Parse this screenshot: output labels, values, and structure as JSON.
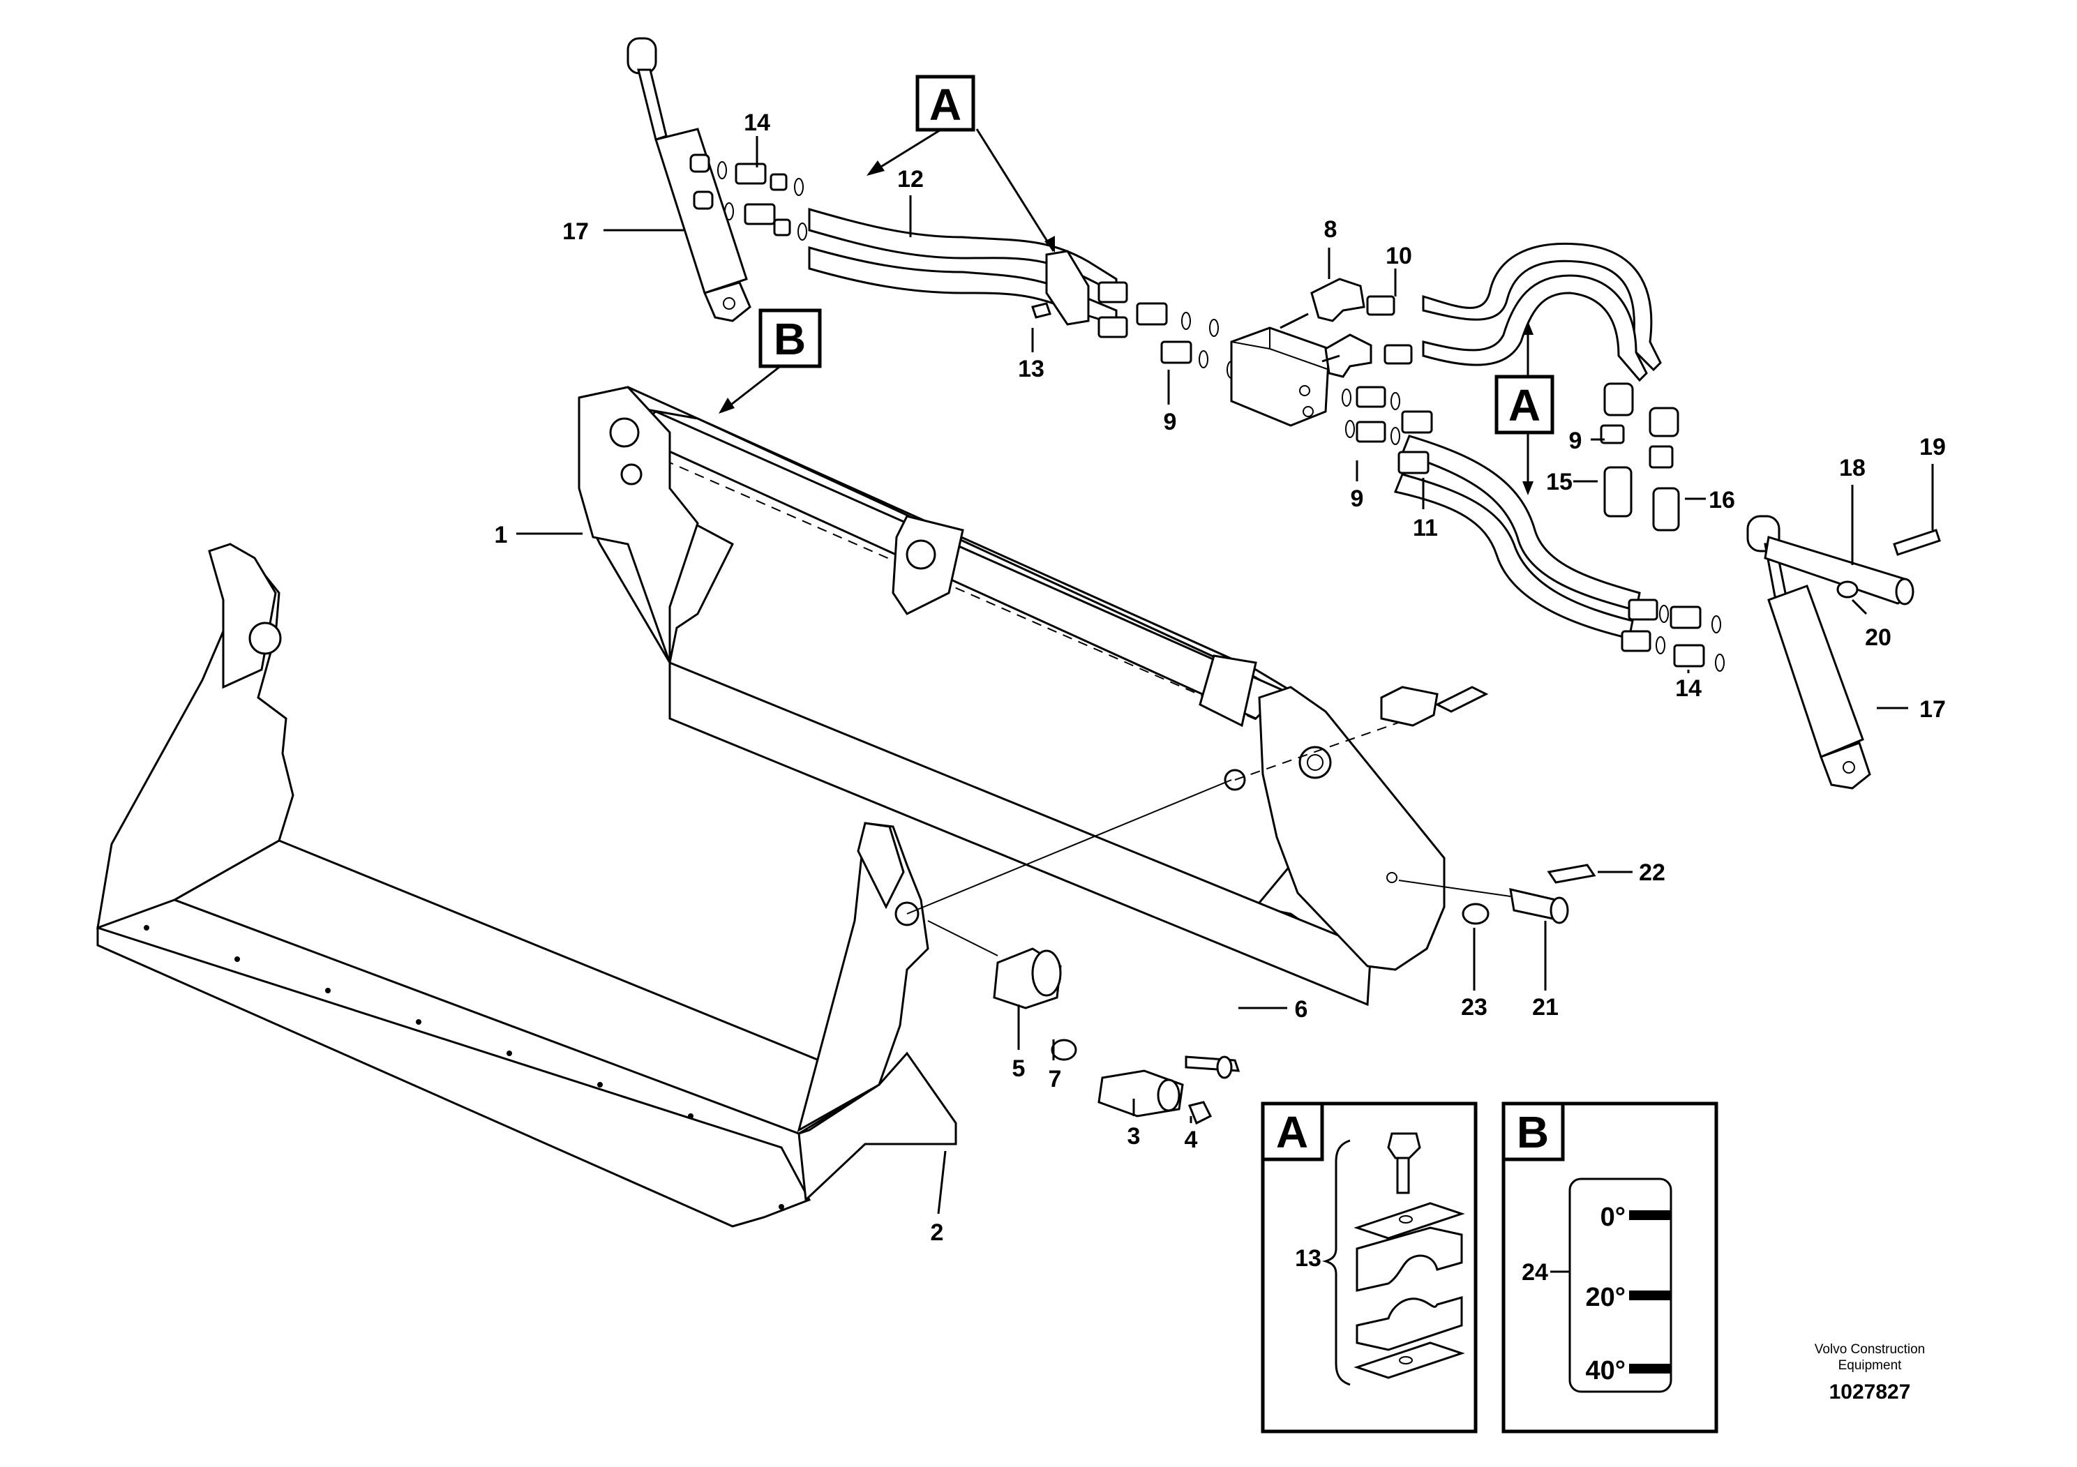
{
  "callouts": [
    "1",
    "2",
    "3",
    "4",
    "5",
    "6",
    "7",
    "8",
    "9",
    "9",
    "9",
    "10",
    "11",
    "12",
    "13",
    "14",
    "14",
    "15",
    "16",
    "17",
    "17",
    "18",
    "19",
    "20",
    "21",
    "22",
    "23"
  ],
  "view_markers": [
    "A",
    "B",
    "A"
  ],
  "detail_a": {
    "title": "A",
    "item": "13"
  },
  "detail_b": {
    "title": "B",
    "item": "24",
    "angles": [
      "0°",
      "20°",
      "40°"
    ]
  },
  "footer": {
    "company_line1": "Volvo Construction",
    "company_line2": "Equipment",
    "drawing_number": "1027827"
  }
}
